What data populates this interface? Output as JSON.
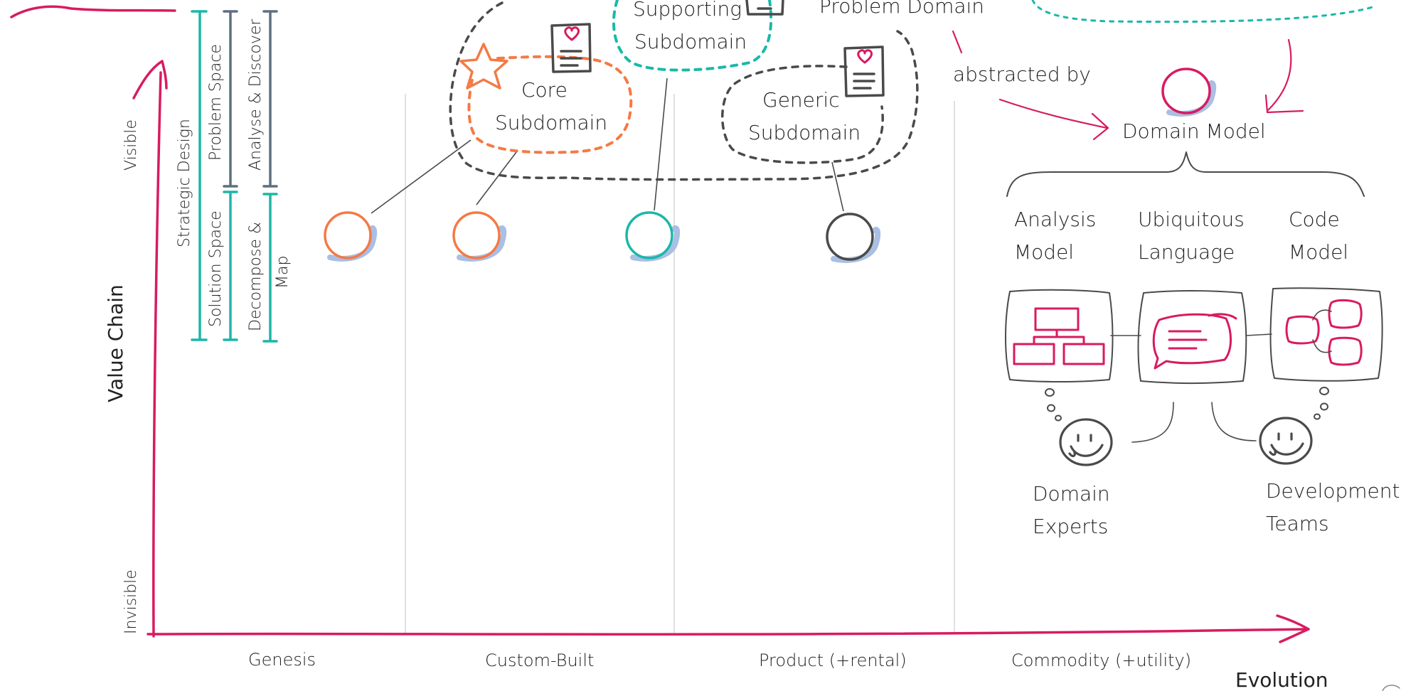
{
  "axes": {
    "y_title": "Value Chain",
    "x_title": "Evolution",
    "y_top": "Visible",
    "y_bottom": "Invisible"
  },
  "stages": [
    "Genesis",
    "Custom-Built",
    "Product (+rental)",
    "Commodity (+utility)"
  ],
  "brackets": {
    "strategic_design": "Strategic Design",
    "problem_space": "Problem Space",
    "solution_space": "Solution Space",
    "analyse_discover": "Analyse & Discover",
    "decompose_map_1": "Decompose &",
    "decompose_map_2": "Map"
  },
  "domain": {
    "problem_domain": "Problem Domain",
    "supporting_1": "Supporting",
    "supporting_2": "Subdomain",
    "core_1": "Core",
    "core_2": "Subdomain",
    "generic_1": "Generic",
    "generic_2": "Subdomain",
    "abstracted_by": "abstracted by"
  },
  "model": {
    "domain_model": "Domain Model",
    "analysis_1": "Analysis",
    "analysis_2": "Model",
    "ubiquitous_1": "Ubiquitous",
    "ubiquitous_2": "Language",
    "code_1": "Code",
    "code_2": "Model",
    "experts_1": "Domain",
    "experts_2": "Experts",
    "teams_1": "Development",
    "teams_2": "Teams"
  },
  "colors": {
    "axis": "#d81b60",
    "core": "#f47a45",
    "supporting": "#1ab8a8",
    "generic": "#4a4a4a",
    "shadow": "#a9bfe3",
    "bracket_teal": "#1fb5a6",
    "bracket_slate": "#5f6f80",
    "stage_line": "#d6d6d6"
  }
}
